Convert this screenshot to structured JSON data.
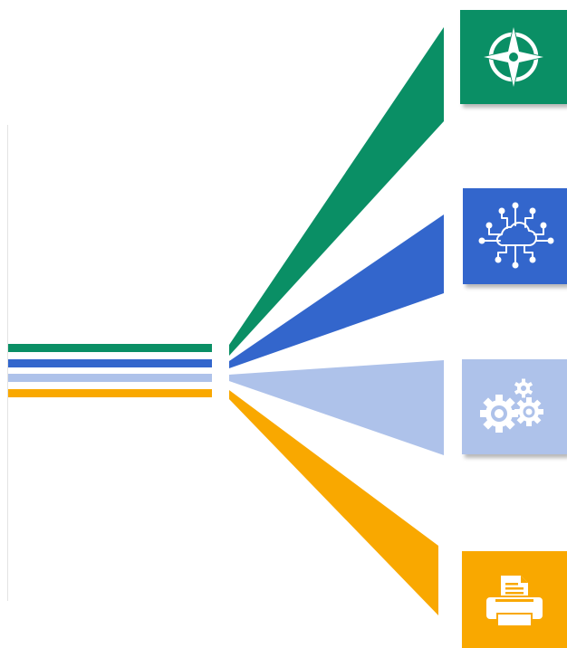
{
  "branches": [
    {
      "id": "compass",
      "color": "#0a8f65",
      "icon": "compass-icon"
    },
    {
      "id": "cloud",
      "color": "#3366cc",
      "icon": "cloud-network-icon"
    },
    {
      "id": "gears",
      "color": "#aec2ea",
      "icon": "gears-icon"
    },
    {
      "id": "printer",
      "color": "#f9a800",
      "icon": "printer-icon"
    }
  ],
  "tile_icon_color": "#ffffff"
}
